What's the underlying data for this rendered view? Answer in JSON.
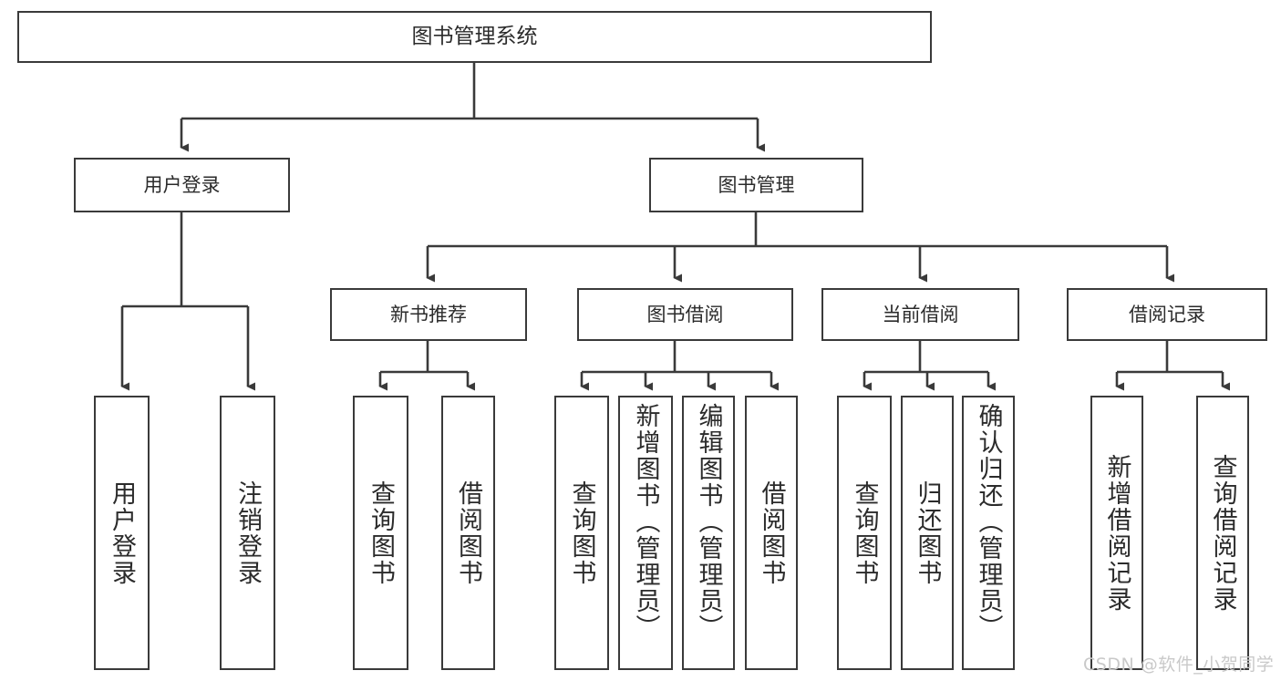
{
  "diagram": {
    "title": "图书管理系统",
    "type": "tree-hierarchy-chart",
    "watermark": "CSDN @软件_小贺同学",
    "colors": {
      "stroke": "#3a3a3a",
      "text": "#2b2b2b",
      "background": "#ffffff",
      "watermark": "#c9c9c9"
    }
  },
  "nodes": {
    "root": {
      "label": "图书管理系统"
    },
    "level2": [
      {
        "id": "user-login",
        "label": "用户登录"
      },
      {
        "id": "book-manage",
        "label": "图书管理"
      }
    ],
    "level3": [
      {
        "id": "new-book-recommend",
        "label": "新书推荐"
      },
      {
        "id": "book-borrow",
        "label": "图书借阅"
      },
      {
        "id": "current-borrow",
        "label": "当前借阅"
      },
      {
        "id": "borrow-record",
        "label": "借阅记录"
      }
    ],
    "leaves": [
      {
        "id": "leaf-user-login",
        "label": "用户登录",
        "parent": "user-login"
      },
      {
        "id": "leaf-user-logout",
        "label": "注销登录",
        "parent": "user-login"
      },
      {
        "id": "leaf-query-book-1",
        "label": "查询图书",
        "parent": "new-book-recommend"
      },
      {
        "id": "leaf-borrow-book-1",
        "label": "借阅图书",
        "parent": "new-book-recommend"
      },
      {
        "id": "leaf-query-book-2",
        "label": "查询图书",
        "parent": "book-borrow"
      },
      {
        "id": "leaf-add-book",
        "label": "新增图书（管理员）",
        "parent": "book-borrow"
      },
      {
        "id": "leaf-edit-book",
        "label": "编辑图书（管理员）",
        "parent": "book-borrow"
      },
      {
        "id": "leaf-borrow-book-2",
        "label": "借阅图书",
        "parent": "book-borrow"
      },
      {
        "id": "leaf-query-book-3",
        "label": "查询图书",
        "parent": "current-borrow"
      },
      {
        "id": "leaf-return-book",
        "label": "归还图书",
        "parent": "current-borrow"
      },
      {
        "id": "leaf-confirm-return",
        "label": "确认归还（管理员）",
        "parent": "current-borrow"
      },
      {
        "id": "leaf-add-record",
        "label": "新增借阅记录",
        "parent": "borrow-record"
      },
      {
        "id": "leaf-query-record",
        "label": "查询借阅记录",
        "parent": "borrow-record"
      }
    ]
  }
}
